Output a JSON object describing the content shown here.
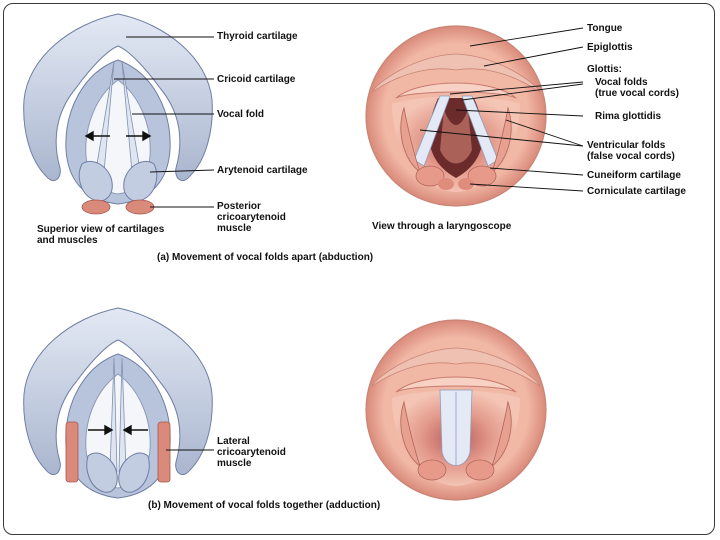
{
  "panel_a": {
    "labels": {
      "thyroid_cartilage": "Thyroid cartilage",
      "cricoid_cartilage": "Cricoid cartilage",
      "vocal_fold": "Vocal fold",
      "arytenoid_cartilage": "Arytenoid cartilage",
      "posterior_cricoarytenoid_muscle": [
        "Posterior",
        "cricoarytenoid",
        "muscle"
      ]
    },
    "superior_view_caption": [
      "Superior view of cartilages",
      "and muscles"
    ],
    "laryngoscope_caption": "View through a laryngoscope",
    "scope_labels": {
      "tongue": "Tongue",
      "epiglottis": "Epiglottis",
      "glottis": "Glottis:",
      "vocal_folds": [
        "Vocal folds",
        "(true vocal cords)"
      ],
      "rima_glottidis": "Rima glottidis",
      "ventricular_folds": [
        "Ventricular folds",
        "(false vocal cords)"
      ],
      "cuneiform_cartilage": "Cuneiform cartilage",
      "corniculate_cartilage": "Corniculate cartilage"
    },
    "caption": "(a) Movement of vocal folds apart (abduction)"
  },
  "panel_b": {
    "labels": {
      "lateral_cricoarytenoid_muscle": [
        "Lateral",
        "cricoarytenoid",
        "muscle"
      ]
    },
    "caption": "(b) Movement of vocal folds together (adduction)"
  },
  "colors": {
    "cartilage": "#c9d3e6",
    "cartilage_shade": "#8e9dbd",
    "muscle": "#d98a7a",
    "mucosa": "#e9a090",
    "mucosa_dark": "#c8706a",
    "vocal_fold": "#dfe6f2"
  }
}
